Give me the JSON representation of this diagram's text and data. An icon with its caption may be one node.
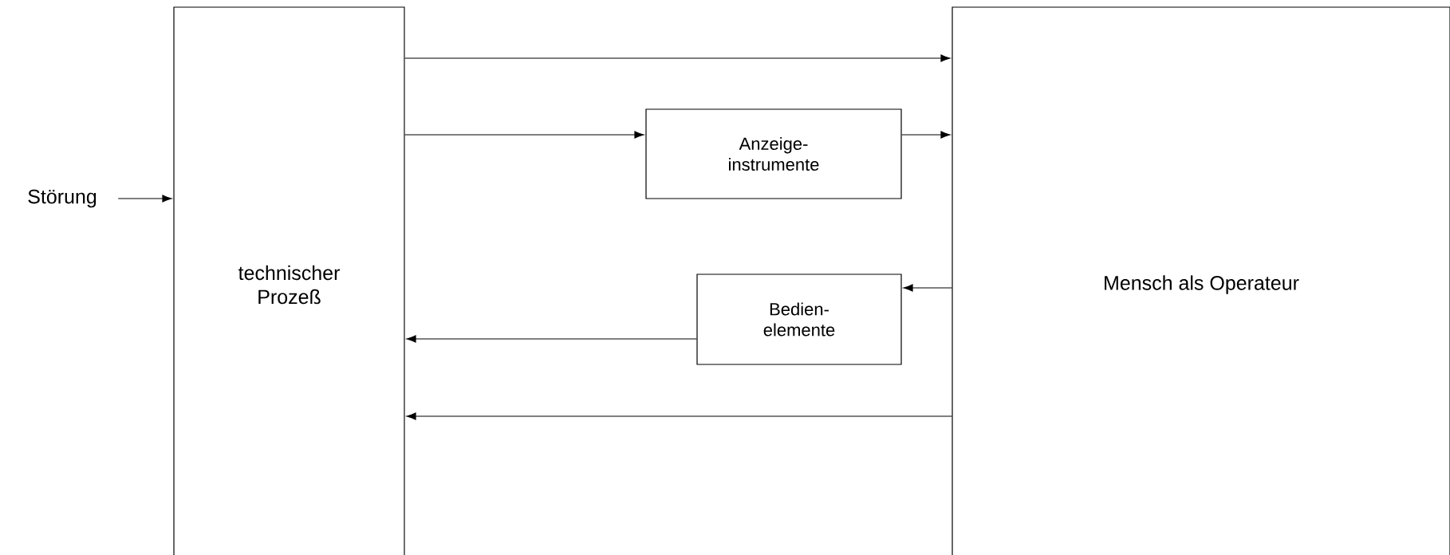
{
  "diagram": {
    "nodes": [
      {
        "text": [
          "technischer Prozeß"
        ]
      },
      {
        "text": [
          "Mensch als Operateur"
        ]
      },
      {
        "text": [
          "Anzeige- instrumente"
        ]
      },
      {
        "text": [
          "Bedien- elemente"
        ]
      },
      {
        "text": [
          "Störung"
        ]
      }
    ],
    "edges": [
      {
        "from": 0,
        "to": 1,
        "arrow": "to"
      },
      {
        "from": 0,
        "to": 2,
        "arrow": "to"
      },
      {
        "from": 2,
        "to": 1,
        "arrow": "to"
      },
      {
        "from": 1,
        "to": 3,
        "arrow": "to"
      },
      {
        "from": 3,
        "to": 0,
        "arrow": "to"
      },
      {
        "from": 1,
        "to": 0,
        "arrow": "to"
      },
      {
        "from": 4,
        "to": 0,
        "arrow": "to"
      }
    ]
  }
}
